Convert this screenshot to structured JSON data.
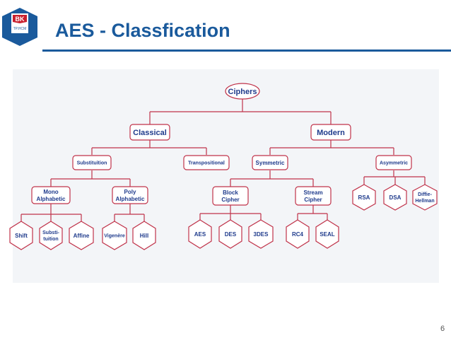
{
  "header": {
    "title": "AES - Classfication",
    "logo_text": "BK",
    "logo_subtext": "TP.HCM"
  },
  "diagram": {
    "nodes": {
      "ciphers": [
        "Ciphers"
      ],
      "classical": [
        "Classical"
      ],
      "modern": [
        "Modern"
      ],
      "substitution": [
        "Substituition"
      ],
      "transpositional": [
        "Transpositional"
      ],
      "symmetric": [
        "Symmetric"
      ],
      "asymmetric": [
        "Asymmetric"
      ],
      "mono_alphabetic": [
        "Mono",
        "Alphabetic"
      ],
      "poly_alphabetic": [
        "Poly",
        "Alphabetic"
      ],
      "block_cipher": [
        "Block",
        "Cipher"
      ],
      "stream_cipher": [
        "Stream",
        "Cipher"
      ],
      "rsa": [
        "RSA"
      ],
      "dsa": [
        "DSA"
      ],
      "diffie_hellman": [
        "Diffie-",
        "Hellman"
      ],
      "shift": [
        "Shift"
      ],
      "substitution_leaf": [
        "Substi-",
        "tuition"
      ],
      "affine": [
        "Affine"
      ],
      "vigenere": [
        "Vigenère"
      ],
      "hill": [
        "Hill"
      ],
      "aes": [
        "AES"
      ],
      "des": [
        "DES"
      ],
      "3des": [
        "3DES"
      ],
      "rc4": [
        "RC4"
      ],
      "seal": [
        "SEAL"
      ]
    }
  },
  "footer": {
    "page_number": "6"
  },
  "colors": {
    "title": "#1a5a9c",
    "node_border": "#c0334a",
    "connector": "#c0334a",
    "node_text": "#1f3b8c",
    "logo_blue": "#1a5a9c",
    "logo_red": "#c8202e"
  }
}
